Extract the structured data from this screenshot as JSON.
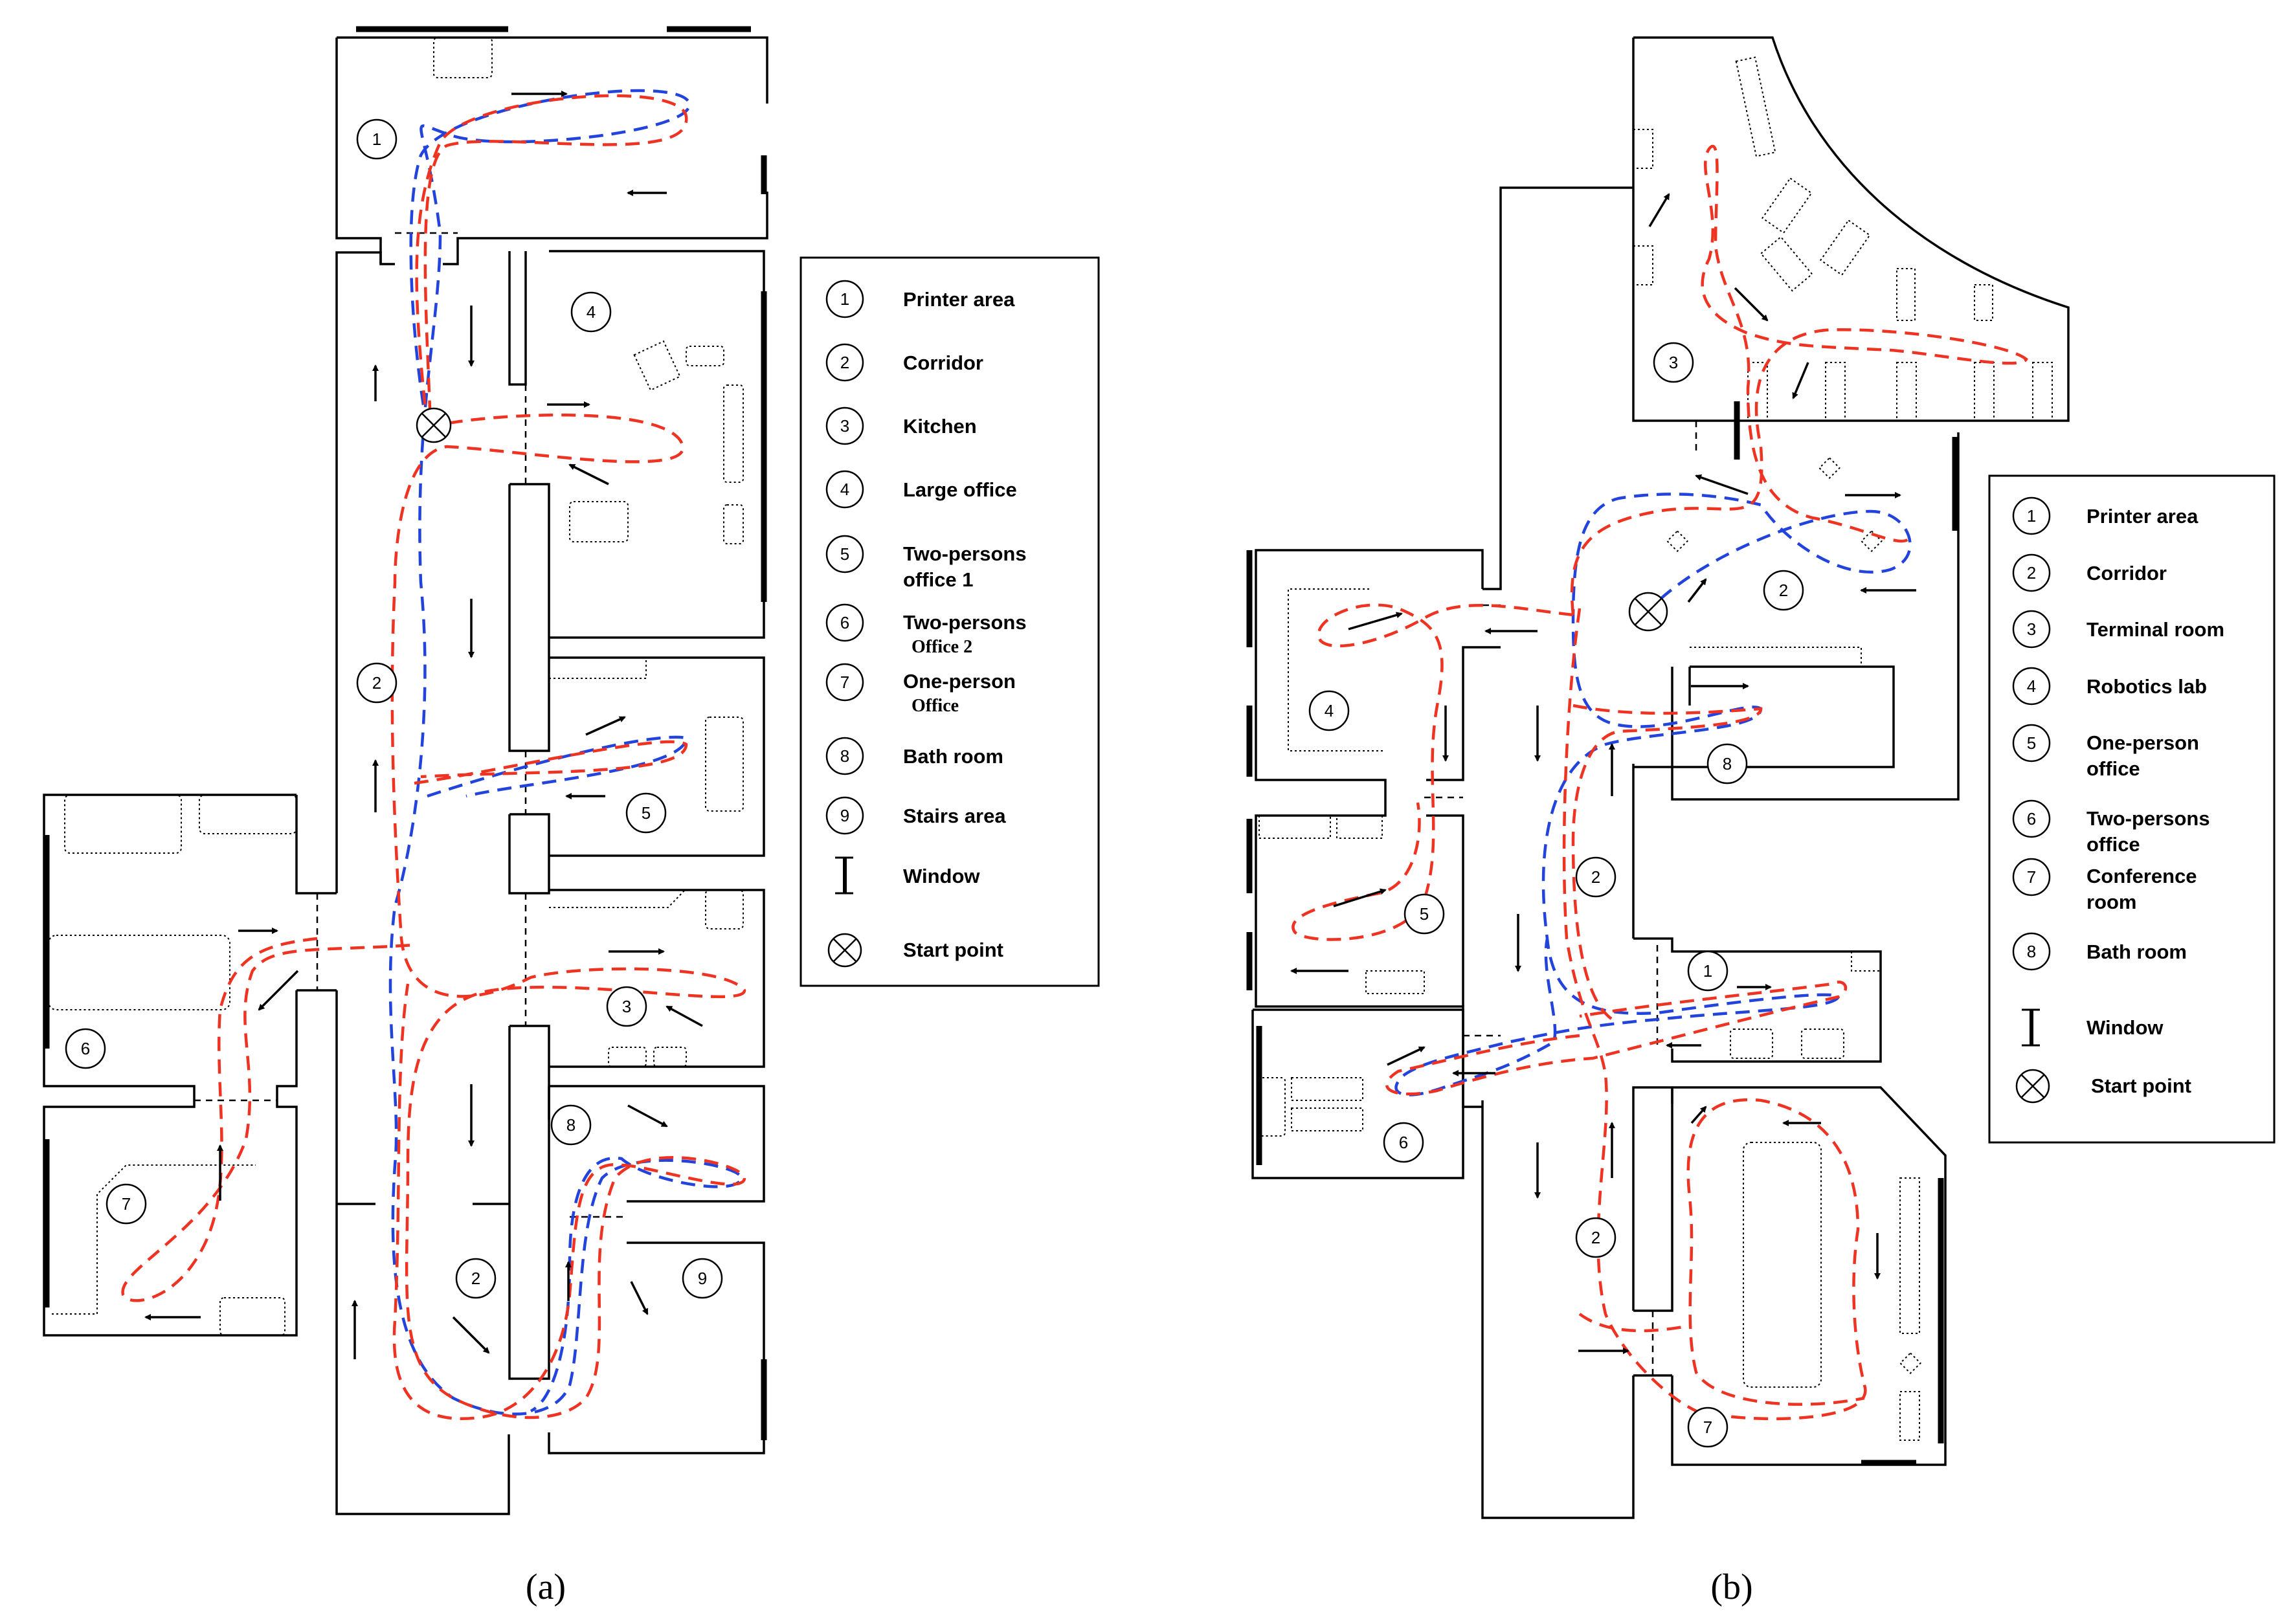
{
  "captions": {
    "left": "(a)",
    "right": "(b)"
  },
  "colors": {
    "robot_path_red": "#ee3322",
    "robot_path_blue": "#2244dd",
    "walls": "#000000"
  },
  "panel_a": {
    "room_numbers": [
      "1",
      "2",
      "2",
      "3",
      "4",
      "5",
      "6",
      "7",
      "8",
      "9"
    ],
    "legend": [
      {
        "num": "1",
        "line1": "Printer area",
        "line2": ""
      },
      {
        "num": "2",
        "line1": "Corridor",
        "line2": ""
      },
      {
        "num": "3",
        "line1": "Kitchen",
        "line2": ""
      },
      {
        "num": "4",
        "line1": "Large office",
        "line2": ""
      },
      {
        "num": "5",
        "line1": "Two-persons",
        "line2": "office 1"
      },
      {
        "num": "6",
        "line1": "Two-persons",
        "line2": "Office 2"
      },
      {
        "num": "7",
        "line1": "One-person",
        "line2": "Office"
      },
      {
        "num": "8",
        "line1": "Bath room",
        "line2": ""
      },
      {
        "num": "9",
        "line1": "Stairs area",
        "line2": ""
      }
    ],
    "window_label": "Window",
    "start_label": "Start point"
  },
  "panel_b": {
    "room_numbers": [
      "1",
      "2",
      "2",
      "2",
      "3",
      "4",
      "5",
      "6",
      "7",
      "8"
    ],
    "legend": [
      {
        "num": "1",
        "line1": "Printer area",
        "line2": ""
      },
      {
        "num": "2",
        "line1": "Corridor",
        "line2": ""
      },
      {
        "num": "3",
        "line1": "Terminal room",
        "line2": ""
      },
      {
        "num": "4",
        "line1": "Robotics lab",
        "line2": ""
      },
      {
        "num": "5",
        "line1": "One-person",
        "line2": "office"
      },
      {
        "num": "6",
        "line1": "Two-persons",
        "line2": "office"
      },
      {
        "num": "7",
        "line1": "Conference",
        "line2": "room"
      },
      {
        "num": "8",
        "line1": "Bath room",
        "line2": ""
      }
    ],
    "window_label": "Window",
    "start_label": "Start point"
  }
}
